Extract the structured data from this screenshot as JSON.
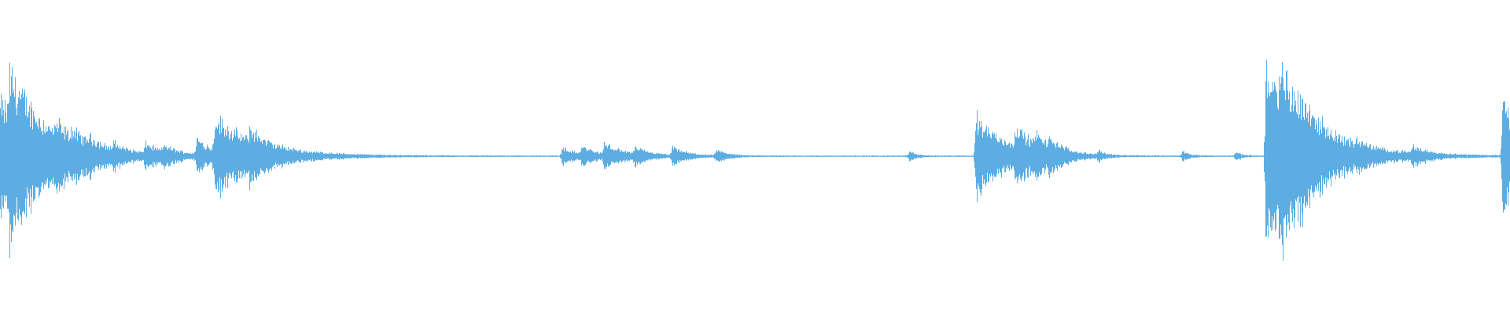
{
  "waveform": {
    "color": "#5DADE2",
    "baseline_level": 0.0,
    "events": [
      {
        "t": 0.0,
        "amp": 0.62,
        "decay": 0.03
      },
      {
        "t": 0.006,
        "amp": 0.5,
        "decay": 0.02
      },
      {
        "t": 0.037,
        "amp": 0.12,
        "decay": 0.01
      },
      {
        "t": 0.047,
        "amp": 0.1,
        "decay": 0.01
      },
      {
        "t": 0.058,
        "amp": 0.08,
        "decay": 0.01
      },
      {
        "t": 0.075,
        "amp": 0.07,
        "decay": 0.008
      },
      {
        "t": 0.096,
        "amp": 0.11,
        "decay": 0.012
      },
      {
        "t": 0.108,
        "amp": 0.07,
        "decay": 0.01
      },
      {
        "t": 0.142,
        "amp": 0.38,
        "decay": 0.03
      },
      {
        "t": 0.13,
        "amp": 0.18,
        "decay": 0.012
      },
      {
        "t": 0.165,
        "amp": 0.15,
        "decay": 0.01
      },
      {
        "t": 0.372,
        "amp": 0.1,
        "decay": 0.01
      },
      {
        "t": 0.385,
        "amp": 0.09,
        "decay": 0.01
      },
      {
        "t": 0.4,
        "amp": 0.12,
        "decay": 0.014
      },
      {
        "t": 0.42,
        "amp": 0.07,
        "decay": 0.01
      },
      {
        "t": 0.445,
        "amp": 0.09,
        "decay": 0.01
      },
      {
        "t": 0.474,
        "amp": 0.06,
        "decay": 0.008
      },
      {
        "t": 0.602,
        "amp": 0.06,
        "decay": 0.004
      },
      {
        "t": 0.646,
        "amp": 0.47,
        "decay": 0.02
      },
      {
        "t": 0.672,
        "amp": 0.22,
        "decay": 0.015
      },
      {
        "t": 0.685,
        "amp": 0.12,
        "decay": 0.01
      },
      {
        "t": 0.695,
        "amp": 0.1,
        "decay": 0.008
      },
      {
        "t": 0.727,
        "amp": 0.05,
        "decay": 0.004
      },
      {
        "t": 0.783,
        "amp": 0.06,
        "decay": 0.004
      },
      {
        "t": 0.818,
        "amp": 0.05,
        "decay": 0.004
      },
      {
        "t": 0.838,
        "amp": 0.99,
        "decay": 0.03
      },
      {
        "t": 0.848,
        "amp": 0.38,
        "decay": 0.012
      },
      {
        "t": 0.86,
        "amp": 0.18,
        "decay": 0.012
      },
      {
        "t": 0.898,
        "amp": 0.06,
        "decay": 0.006
      },
      {
        "t": 0.935,
        "amp": 0.08,
        "decay": 0.01
      },
      {
        "t": 0.995,
        "amp": 0.78,
        "decay": 0.01
      }
    ]
  }
}
